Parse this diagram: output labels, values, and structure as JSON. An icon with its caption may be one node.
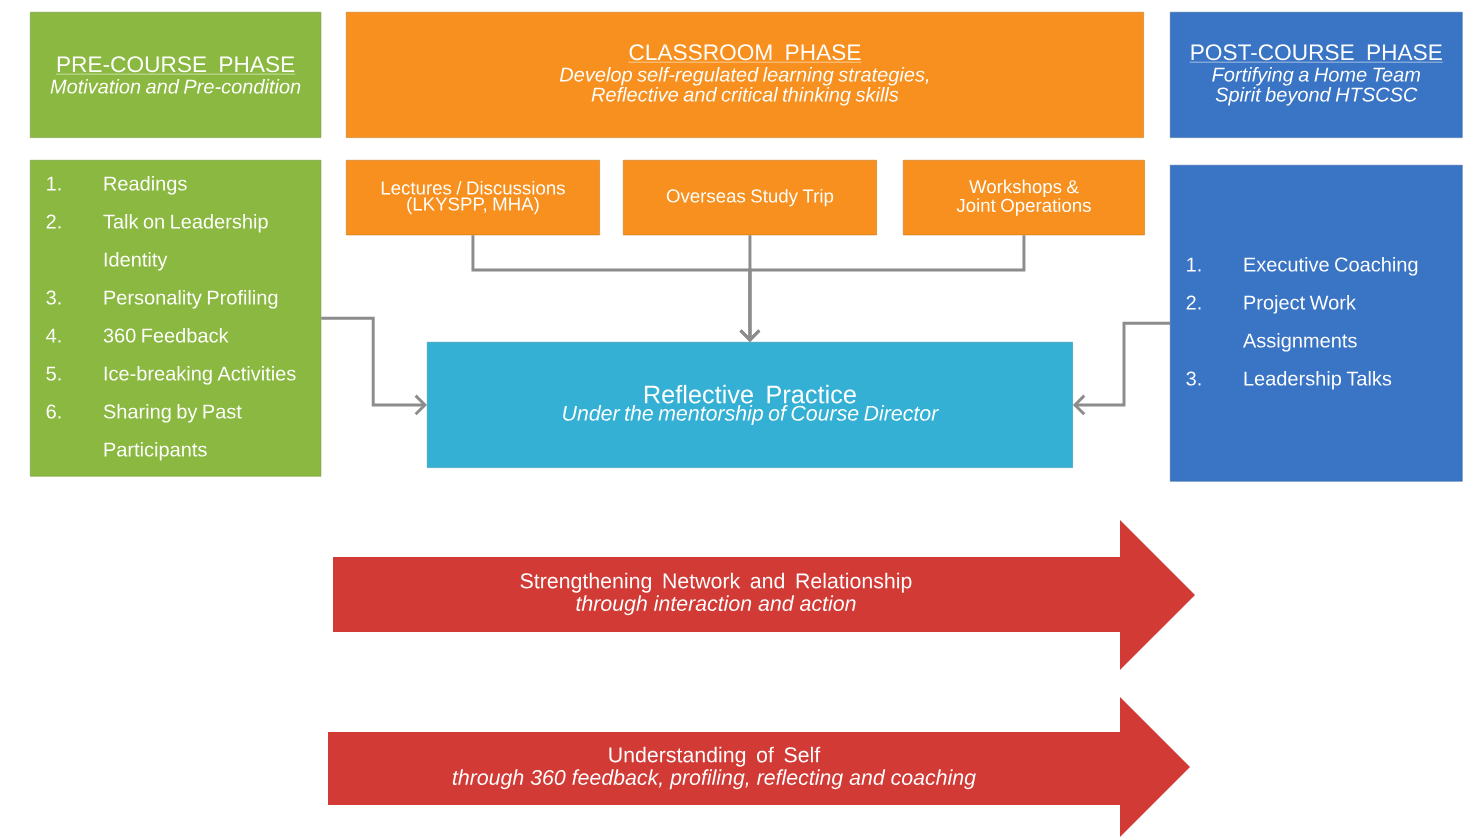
{
  "diagram": {
    "nodes": [
      {
        "text": [
          "PRE-COURSE PHASE",
          "Motivation and Pre-condition"
        ]
      },
      {
        "text": [
          "CLASSROOM PHASE",
          "Develop self-regulated learning strategies, Reflective and critical thinking skills"
        ]
      },
      {
        "text": [
          "POST-COURSE PHASE",
          "Fortifying a Home Team Spirit beyond HTSCSC"
        ]
      },
      {
        "text": [
          "1.",
          "Readings",
          "2.",
          "Talk on Leadership Identity",
          "3.",
          "Personality Profiling",
          "4.",
          "360 Feedback",
          "5.",
          "Ice-breaking Activities",
          "6.",
          "Sharing by Past Participants"
        ]
      },
      {
        "text": [
          "Lectures / Discussions (LKYSPP, MHA)"
        ]
      },
      {
        "text": [
          "Overseas Study Trip"
        ]
      },
      {
        "text": [
          "Workshops & Joint Operations"
        ]
      },
      {
        "text": [
          "1.",
          "Executive Coaching",
          "2.",
          "Project Work Assignments",
          "3.",
          "Leadership Talks"
        ]
      },
      {
        "text": [
          "Reflective Practice",
          "Under the mentorship of Course Director"
        ]
      },
      {
        "text": [
          "Strengthening Network and Relationship",
          "through interaction and action"
        ]
      },
      {
        "text": [
          "Understanding of Self",
          "through 360 feedback, profiling, reflecting and coaching"
        ]
      }
    ],
    "edges": [
      {
        "from": 4,
        "to": 8,
        "arrow": "to"
      },
      {
        "from": 5,
        "to": 8,
        "arrow": "to"
      },
      {
        "from": 6,
        "to": 8,
        "arrow": "to"
      },
      {
        "from": 3,
        "to": 8,
        "arrow": "to"
      },
      {
        "from": 7,
        "to": 8,
        "arrow": "to"
      }
    ]
  }
}
